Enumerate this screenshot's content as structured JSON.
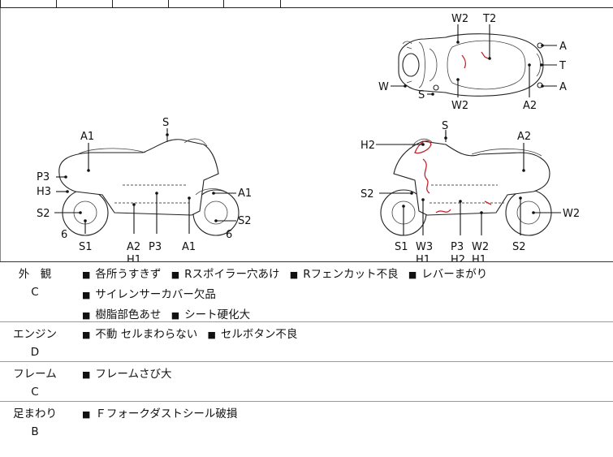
{
  "diagram": {
    "left_view": {
      "labels": [
        "A1",
        "S",
        "P3",
        "H3",
        "S2",
        "6",
        "S1",
        "A2",
        "H1",
        "P3",
        "A1",
        "6",
        "S2",
        "A1"
      ]
    },
    "right_view": {
      "labels": [
        "H2",
        "S",
        "A2",
        "S2",
        "S1",
        "W3",
        "H1",
        "P3",
        "H2",
        "W2",
        "H1",
        "S2",
        "W2"
      ]
    },
    "top_view": {
      "labels": [
        "W2",
        "T2",
        "A",
        "T",
        "A",
        "W",
        "S",
        "W2",
        "A2"
      ]
    }
  },
  "condition": {
    "rows": [
      {
        "label": "外　観",
        "grade": "C",
        "items": [
          "各所うすきず",
          "Rスポイラー穴あけ",
          "Rフェンカット不良",
          "レバーまがり",
          "サイレンサーカバー欠品",
          "樹脂部色あせ",
          "シート硬化大"
        ]
      },
      {
        "label": "エンジン",
        "grade": "D",
        "items": [
          "不動 セルまわらない",
          "セルボタン不良"
        ]
      },
      {
        "label": "フレーム",
        "grade": "C",
        "items": [
          "フレームさび大"
        ]
      },
      {
        "label": "足まわり",
        "grade": "B",
        "items": [
          "Ｆフォークダストシール破損"
        ]
      }
    ],
    "bullet": "■"
  }
}
